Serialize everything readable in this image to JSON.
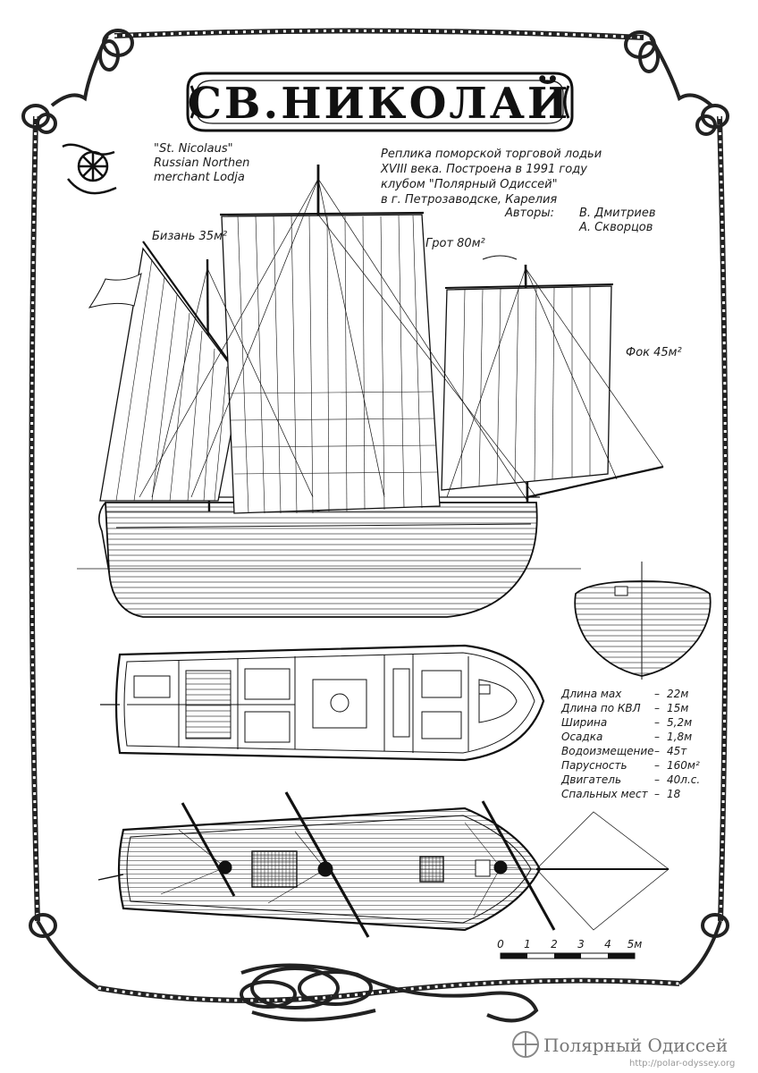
{
  "title": "СВ.НИКОЛАЙ",
  "subtitle_en": {
    "line1": "\"St. Nicolaus\"",
    "line2": "Russian Northen",
    "line3": "merchant Lodja"
  },
  "description": {
    "line1": "Реплика поморской торговой лодьи",
    "line2": "XVIII века. Построена в 1991 году",
    "line3": "клубом \"Полярный Одиссей\"",
    "line4": "в г. Петрозаводске, Карелия",
    "authors_label": "Авторы:",
    "author1": "В. Дмитриев",
    "author2": "А. Скворцов"
  },
  "sail_labels": {
    "mizzen": "Бизань 35м²",
    "main": "Грот 80м²",
    "fore": "Фок 45м²"
  },
  "specs": [
    {
      "label": "Длина мах",
      "value": "22м"
    },
    {
      "label": "Длина по КВЛ",
      "value": "15м"
    },
    {
      "label": "Ширина",
      "value": "5,2м"
    },
    {
      "label": "Осадка",
      "value": "1,8м"
    },
    {
      "label": "Водоизмещение",
      "value": "45т"
    },
    {
      "label": "Парусность",
      "value": "160м²"
    },
    {
      "label": "Двигатель",
      "value": "40л.с."
    },
    {
      "label": "Спальных мест",
      "value": "18"
    }
  ],
  "scale": {
    "ticks": [
      "0",
      "1",
      "2",
      "3",
      "4",
      "5м"
    ]
  },
  "watermark": {
    "name": "Полярный Одиссей",
    "url": "http://polar-odyssey.org"
  },
  "icons": {
    "logo": "polar-odyssey-emblem-icon",
    "watermark_logo": "polar-odyssey-emblem-icon"
  }
}
